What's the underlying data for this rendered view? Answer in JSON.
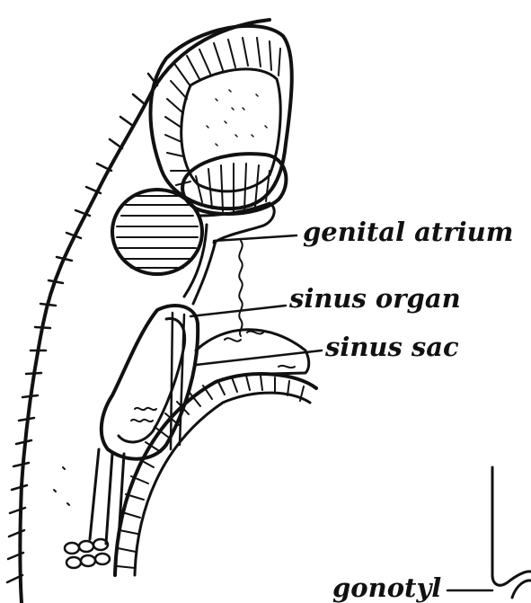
{
  "diagram": {
    "labels": {
      "genital_atrium": "genital atrium",
      "sinus_organ": "sinus organ",
      "sinus_sac": "sinus sac",
      "gonotyl": "gonotyl"
    },
    "ink_color": "#111111",
    "background": "#ffffff"
  }
}
